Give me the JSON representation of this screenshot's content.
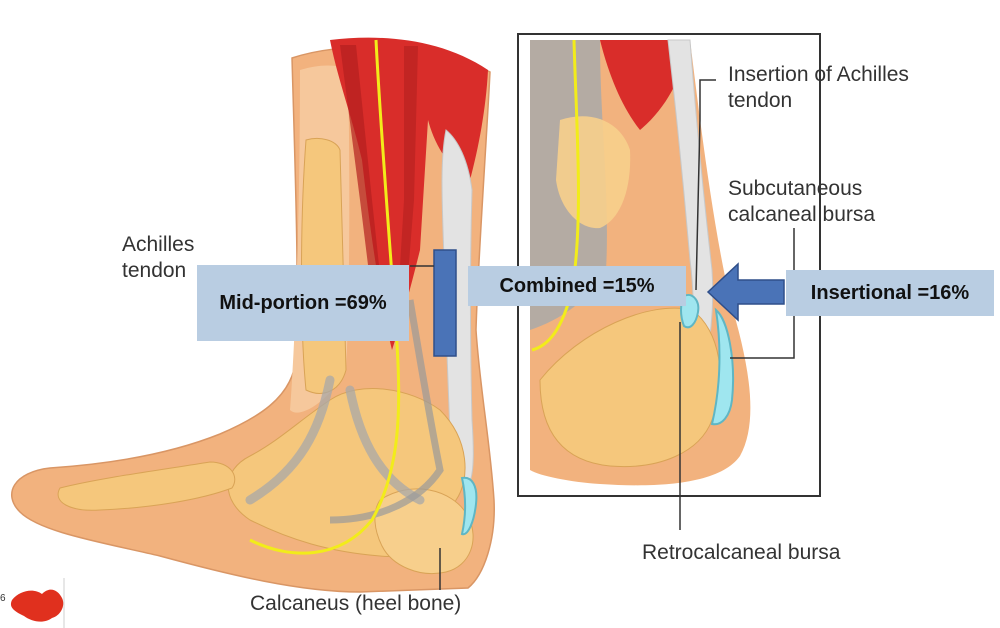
{
  "labels": {
    "achilles_tendon": "Achilles tendon",
    "insertion_of_achilles_tendon": "Insertion of Achilles tendon",
    "subcutaneous_calcaneal_bursa": "Subcutaneous calcaneal bursa",
    "retrocalcaneal_bursa": "Retrocalcaneal bursa",
    "calcaneus": "Calcaneus (heel bone)"
  },
  "callouts": {
    "mid_portion": "Mid-portion =69%",
    "combined": "Combined =15%",
    "insertional": "Insertional =16%"
  },
  "slide_number": "6",
  "colors": {
    "skin": "#f2b27e",
    "skin_light": "#f6c89c",
    "muscle": "#d92d2a",
    "tendon": "#e3e3e3",
    "bone": "#f5c77c",
    "nerve": "#f2ec1a",
    "bursa": "#9fe6ef",
    "callout_fill": "#b9cde2",
    "marker": "#4a73b7",
    "label_text": "#333333"
  }
}
